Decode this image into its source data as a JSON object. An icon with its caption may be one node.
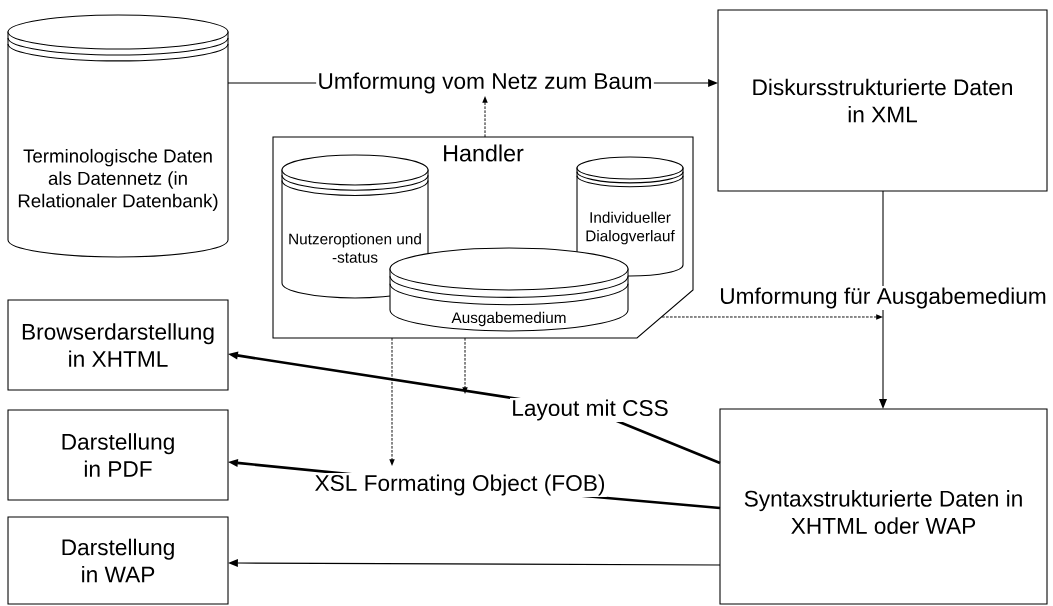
{
  "diagram": {
    "nodes": [
      {
        "text": [
          "Terminologische Daten als Datennetz (in Relationaler Datenbank)"
        ]
      },
      {
        "text": [
          "Diskursstrukturierte Daten in XML"
        ]
      },
      {
        "text": [
          "Handler"
        ]
      },
      {
        "text": [
          "Nutzeroptionen und -status"
        ],
        "in": 2
      },
      {
        "text": [
          "Individueller Dialogverlauf"
        ],
        "in": 2
      },
      {
        "text": [
          "Ausgabemedium"
        ],
        "in": 2
      },
      {
        "text": [
          "Browserdarstellung in XHTML"
        ]
      },
      {
        "text": [
          "Darstellung in PDF"
        ]
      },
      {
        "text": [
          "Syntaxstrukturierte Daten in XHTML oder WAP"
        ]
      },
      {
        "text": [
          "Darstellung in WAP"
        ]
      }
    ],
    "edges": [
      {
        "from": 0,
        "to": 1,
        "arrow": "to",
        "label": "Umformung vom Netz zum Baum"
      },
      {
        "from": 2,
        "to": null,
        "arrow": "to",
        "style": "dashed"
      },
      {
        "from": 1,
        "to": 8,
        "arrow": "to",
        "label": "Umformung für Ausgabemedium"
      },
      {
        "from": 2,
        "to": null,
        "arrow": "to",
        "style": "dashed"
      },
      {
        "from": 8,
        "to": 6,
        "arrow": "to",
        "label": "Layout mit CSS",
        "style": "thick"
      },
      {
        "from": 8,
        "to": 7,
        "arrow": "to",
        "label": "XSL Formating Object (FOB)",
        "style": "thick"
      },
      {
        "from": 8,
        "to": 9,
        "arrow": "to"
      },
      {
        "from": 2,
        "to": null,
        "arrow": "to",
        "style": "dashed"
      },
      {
        "from": 2,
        "to": null,
        "arrow": "to",
        "style": "dashed"
      }
    ]
  }
}
